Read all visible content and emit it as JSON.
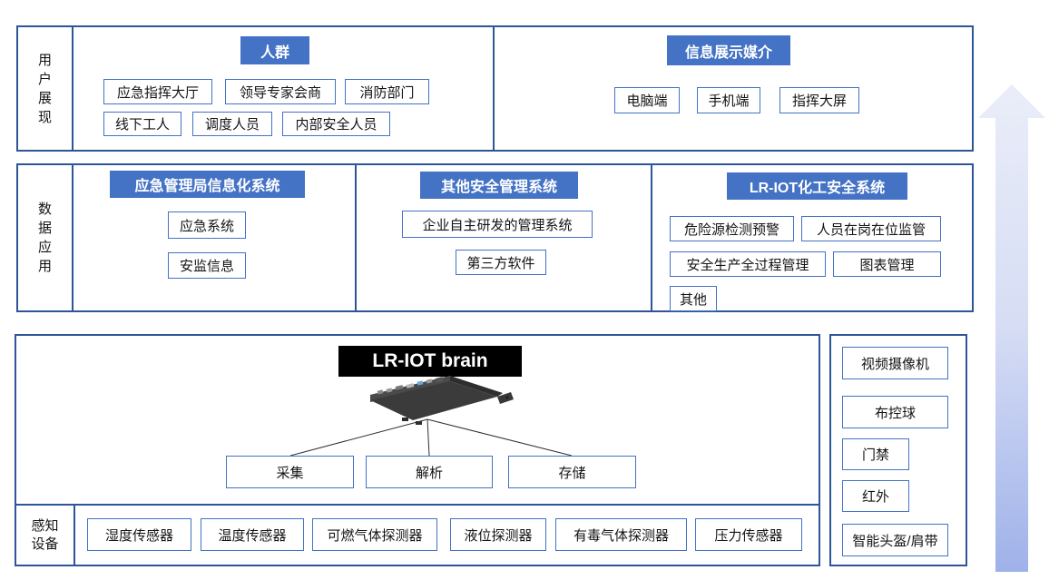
{
  "sections": {
    "user_display": {
      "label": "用户展现",
      "crowd": {
        "header": "人群",
        "row1": [
          "应急指挥大厅",
          "领导专家会商",
          "消防部门"
        ],
        "row2": [
          "线下工人",
          "调度人员",
          "内部安全人员"
        ]
      },
      "media": {
        "header": "信息展示媒介",
        "items": [
          "电脑端",
          "手机端",
          "指挥大屏"
        ]
      }
    },
    "data_application": {
      "label": "数据应用",
      "columns": [
        {
          "header": "应急管理局信息化系统",
          "items": [
            "应急系统",
            "安监信息"
          ]
        },
        {
          "header": "其他安全管理系统",
          "items": [
            "企业自主研发的管理系统",
            "第三方软件"
          ]
        },
        {
          "header": "LR-IOT化工安全系统",
          "items": [
            "危险源检测预警",
            "人员在岗在位监管",
            "安全生产全过程管理",
            "图表管理",
            "其他"
          ]
        }
      ]
    },
    "platform": {
      "brain_title": "LR-IOT brain",
      "functions": [
        "采集",
        "解析",
        "存储"
      ],
      "sensing": {
        "label": "感知设备",
        "items": [
          "湿度传感器",
          "温度传感器",
          "可燃气体探测器",
          "液位探测器",
          "有毒气体探测器",
          "压力传感器"
        ]
      }
    },
    "devices": {
      "items": [
        "视频摄像机",
        "布控球",
        "门禁",
        "红外",
        "智能头盔/肩带"
      ]
    }
  },
  "colors": {
    "header_bg": "#4472C4",
    "section_border": "#2E5597",
    "box_border": "#4472C4",
    "arrow_top": "#EAEDF9",
    "arrow_bottom": "#9FB1E9"
  }
}
